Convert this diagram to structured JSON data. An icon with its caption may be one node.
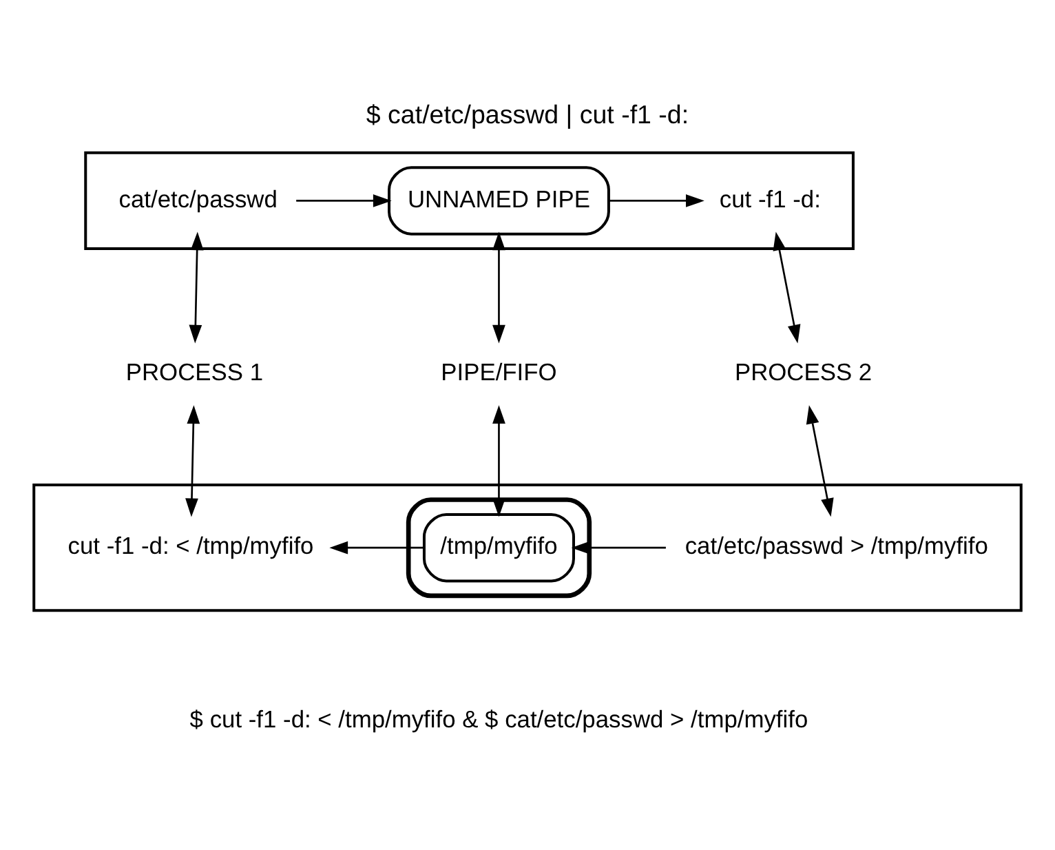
{
  "diagram": {
    "title": "$ cat/etc/passwd | cut -f1 -d:",
    "caption": "$ cut -f1 -d: < /tmp/myfifo & $ cat/etc/passwd > /tmp/myfifo",
    "nodes": [
      {
        "text": [],
        "shape": "box"
      },
      {
        "text": [
          "cat/etc/passwd"
        ],
        "in": 0
      },
      {
        "text": [
          "UNNAMED PIPE"
        ],
        "in": 0
      },
      {
        "text": [
          "cut -f1 -d:"
        ],
        "in": 0
      },
      {
        "text": [
          "PROCESS 1"
        ]
      },
      {
        "text": [
          "PIPE/FIFO"
        ]
      },
      {
        "text": [
          "PROCESS 2"
        ]
      },
      {
        "text": [],
        "shape": "box"
      },
      {
        "text": [
          "cat/etc/passwd > /tmp/myfifo"
        ],
        "in": 7
      },
      {
        "text": [],
        "shape": "cylinder",
        "in": 7
      },
      {
        "text": [
          "/tmp/myfifo"
        ],
        "in": 9
      },
      {
        "text": [
          "cut -f1 -d: < /tmp/myfifo"
        ],
        "in": 7
      }
    ],
    "edges": [
      {
        "from": 1,
        "to": 2,
        "arrow": "to"
      },
      {
        "from": 2,
        "to": 3,
        "arrow": "to"
      },
      {
        "from": 1,
        "to": 4,
        "arrow": "both"
      },
      {
        "from": 2,
        "to": 5,
        "arrow": "both"
      },
      {
        "from": 3,
        "to": 6,
        "arrow": "both"
      },
      {
        "from": 4,
        "to": 11,
        "arrow": "both"
      },
      {
        "from": 5,
        "to": 10,
        "arrow": "both"
      },
      {
        "from": 6,
        "to": 8,
        "arrow": "both"
      },
      {
        "from": 8,
        "to": 10,
        "arrow": "to"
      },
      {
        "from": 10,
        "to": 11,
        "arrow": "to"
      }
    ]
  }
}
